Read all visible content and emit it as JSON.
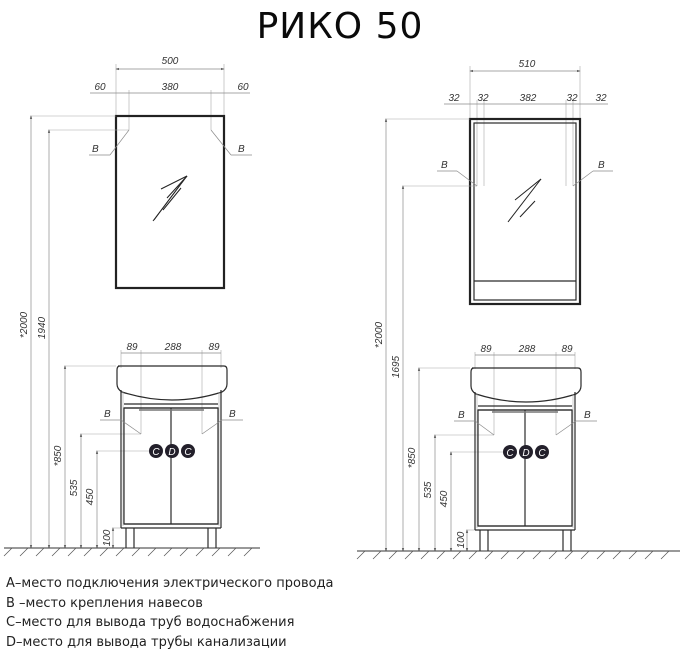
{
  "title": "РИКО 50",
  "legend": [
    {
      "key": "A",
      "text": "A–место подключения электрического провода"
    },
    {
      "key": "B",
      "text": "B –место крепления навесов"
    },
    {
      "key": "C",
      "text": "C–место для вывода труб водоснабжения"
    },
    {
      "key": "D",
      "text": "D–место для вывода трубы канализации"
    }
  ],
  "left_view": {
    "mirror": {
      "overall_width": "500",
      "left_offset": "60",
      "mount_span": "380",
      "right_offset": "60",
      "mount_label_left": "B",
      "mount_label_right": "B"
    },
    "heights": {
      "top": "*2000",
      "mount": "1940",
      "counter": "*850",
      "cabinet_mount": "535",
      "pipes": "450",
      "legs": "100"
    },
    "cabinet": {
      "left_offset": "89",
      "mount_span": "288",
      "right_offset": "89",
      "mount_label_left": "B",
      "mount_label_right": "B",
      "markers": [
        "C",
        "D",
        "C"
      ]
    }
  },
  "right_view": {
    "mirror": {
      "overall_width": "510",
      "outer_left": "32",
      "inner_left": "32",
      "mount_span": "382",
      "inner_right": "32",
      "outer_right": "32",
      "mount_label_left": "B",
      "mount_label_right": "B"
    },
    "heights": {
      "top": "*2000",
      "mount": "1695",
      "counter": "*850",
      "cabinet_mount": "535",
      "pipes": "450",
      "legs": "100"
    },
    "cabinet": {
      "left_offset": "89",
      "mount_span": "288",
      "right_offset": "89",
      "mount_label_left": "B",
      "mount_label_right": "B",
      "markers": [
        "C",
        "D",
        "C"
      ]
    }
  }
}
